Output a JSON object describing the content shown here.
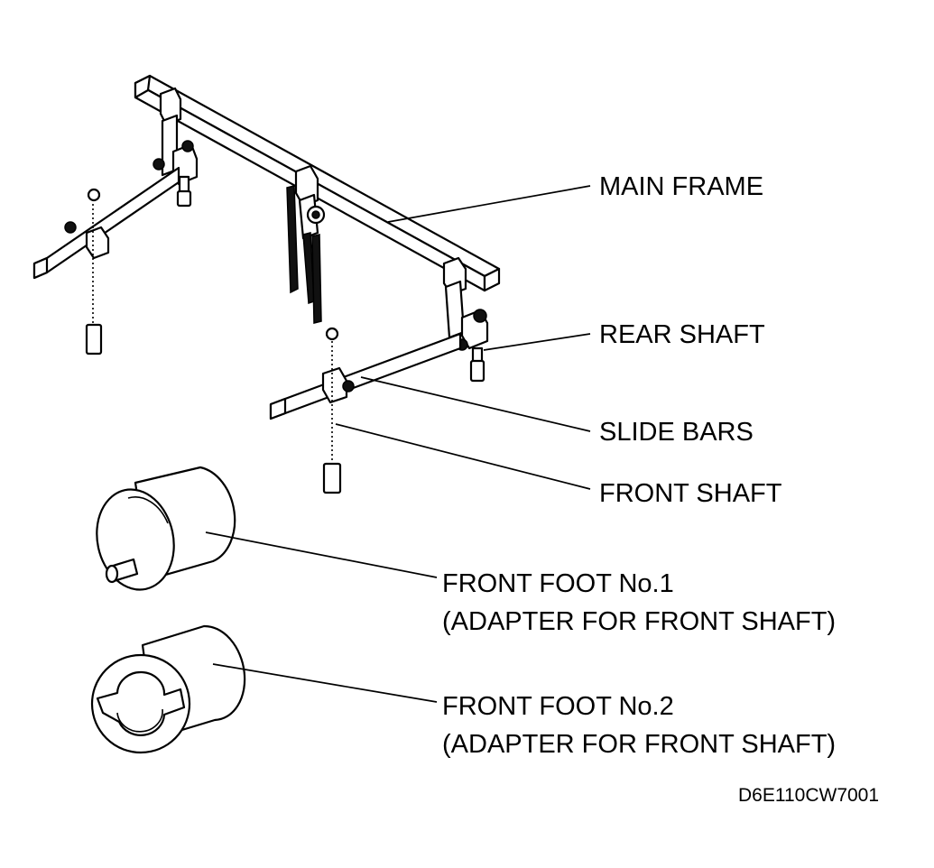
{
  "labels": {
    "main_frame": "MAIN FRAME",
    "rear_shaft": "REAR SHAFT",
    "slide_bars": "SLIDE BARS",
    "front_shaft": "FRONT SHAFT",
    "front_foot_1_line1": "FRONT FOOT No.1",
    "front_foot_1_line2": "(ADAPTER FOR FRONT SHAFT)",
    "front_foot_2_line1": "FRONT FOOT No.2",
    "front_foot_2_line2": "(ADAPTER FOR FRONT SHAFT)"
  },
  "figure_code": "D6E110CW7001"
}
